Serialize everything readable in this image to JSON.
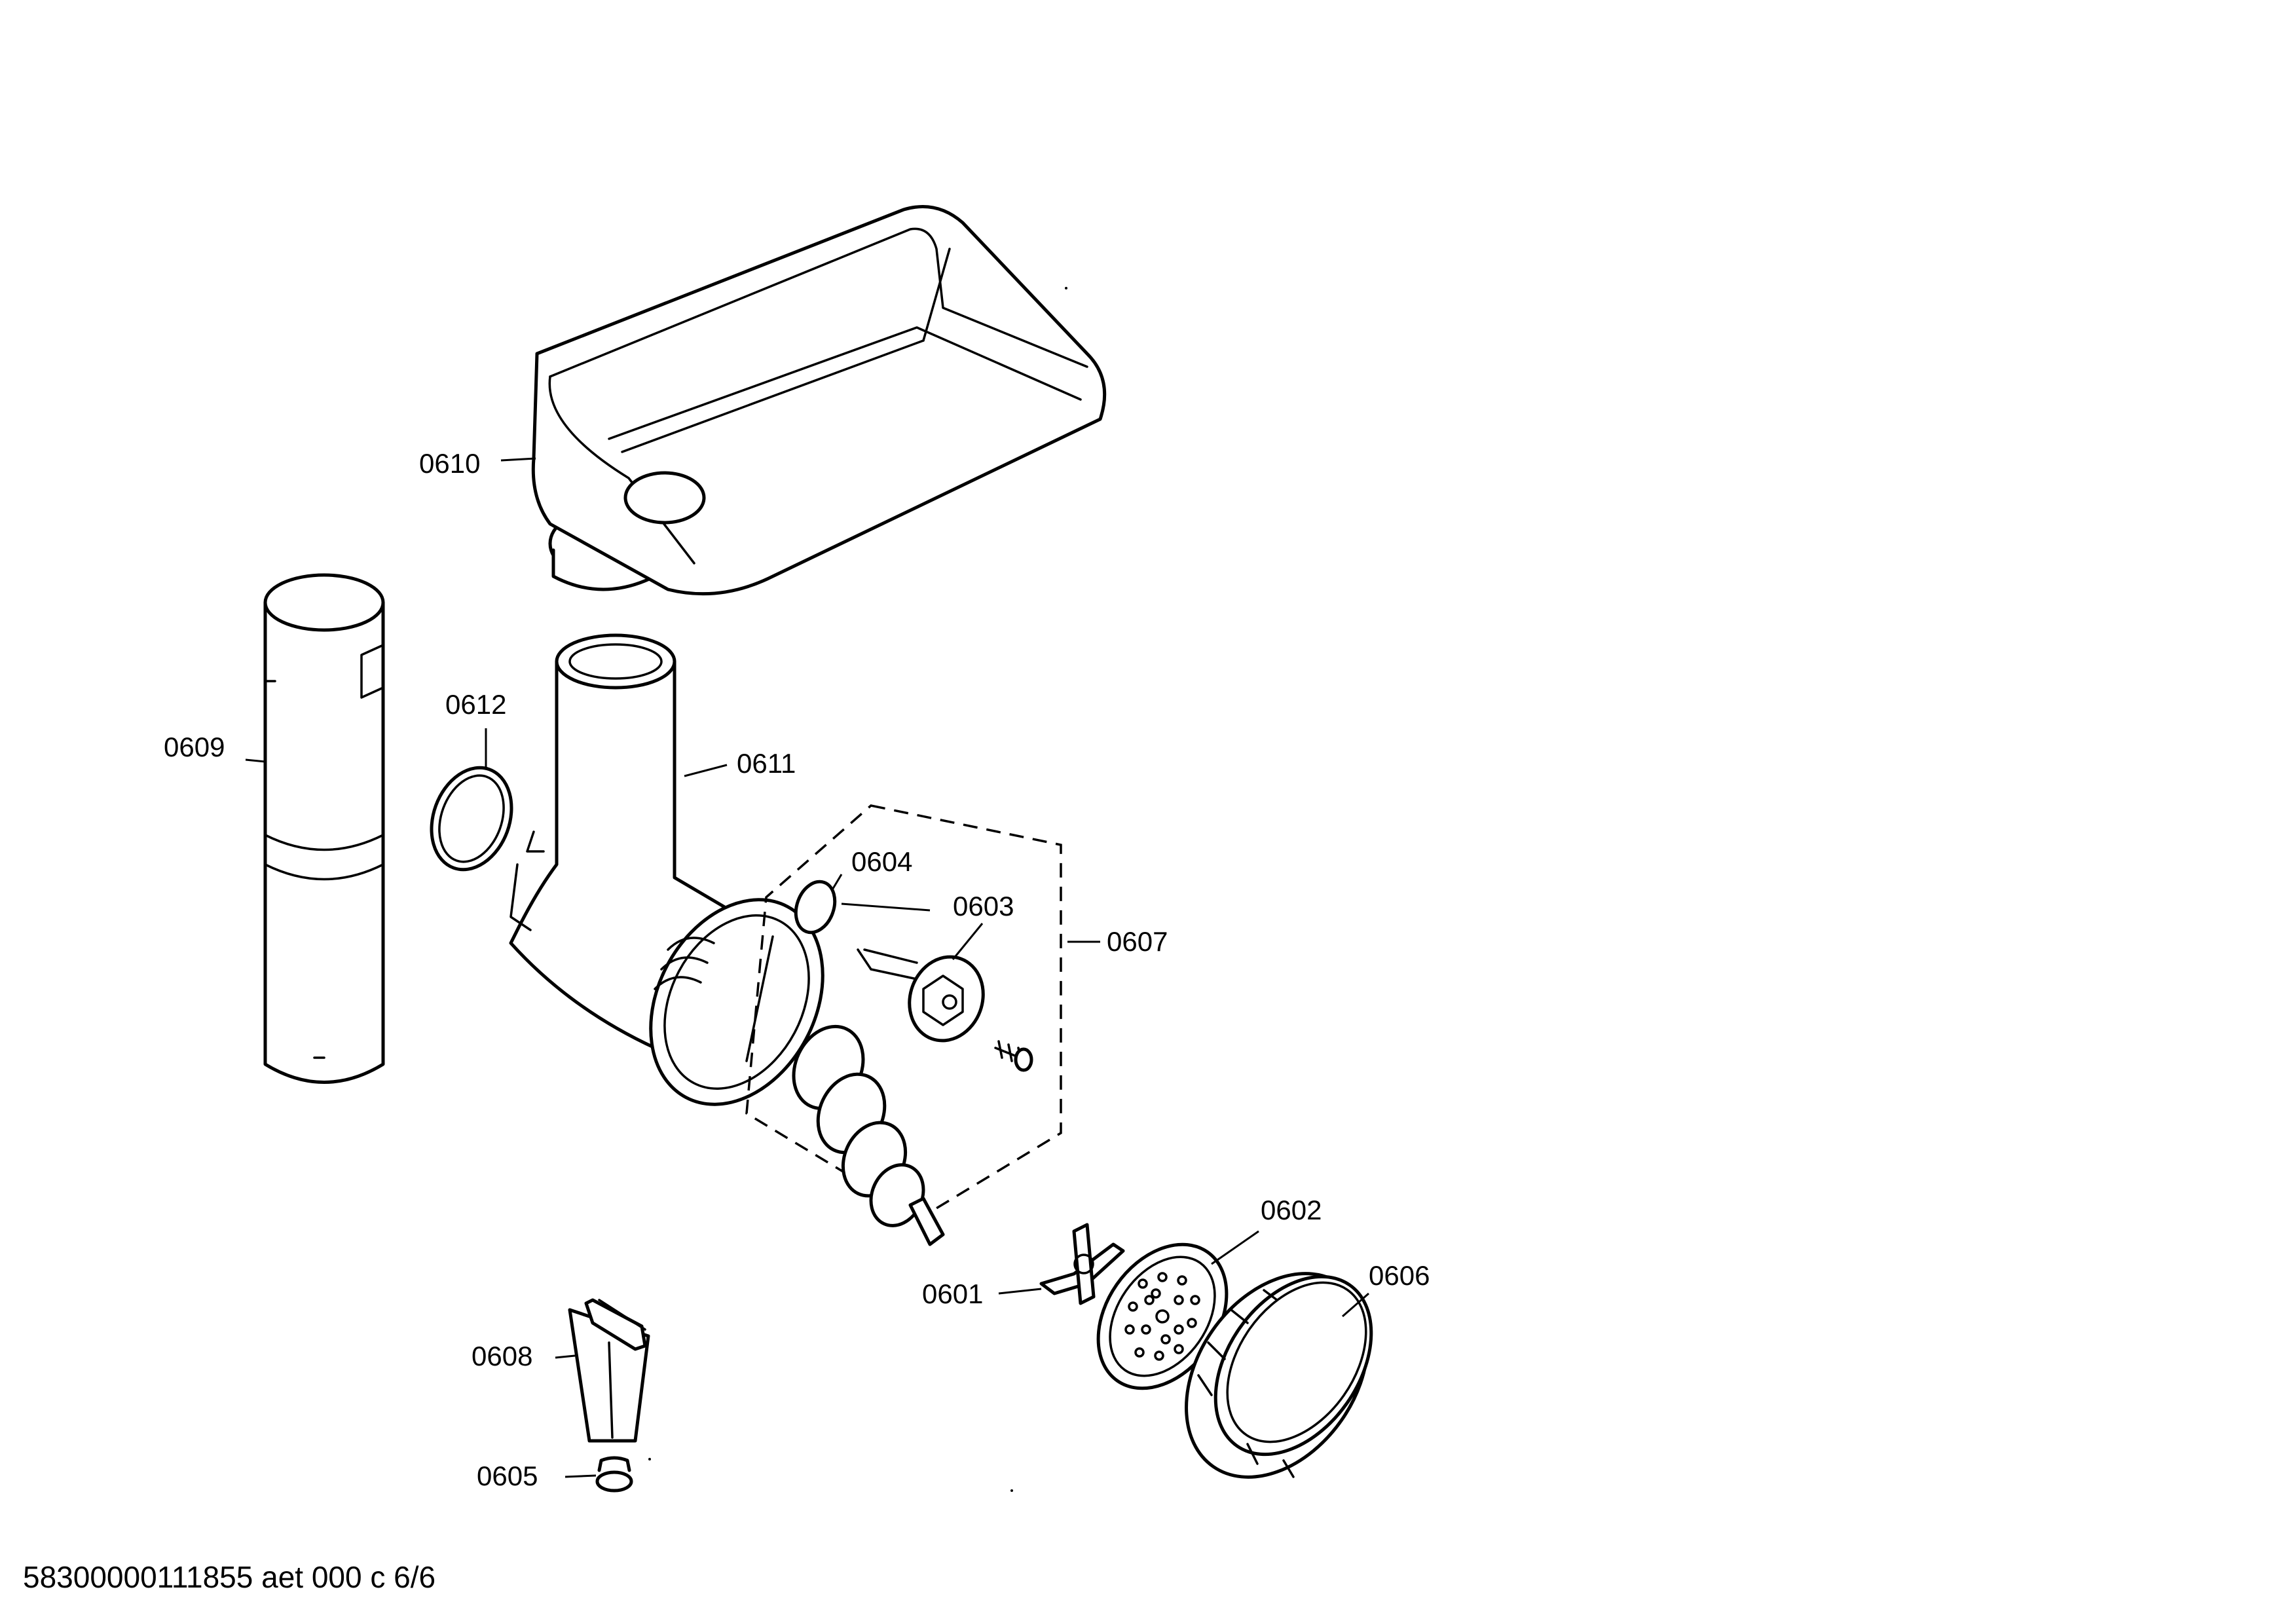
{
  "diagram": {
    "labels": {
      "p0601": "0601",
      "p0602": "0602",
      "p0603": "0603",
      "p0604": "0604",
      "p0605": "0605",
      "p0606": "0606",
      "p0607": "0607",
      "p0608": "0608",
      "p0609": "0609",
      "p0610": "0610",
      "p0611": "0611",
      "p0612": "0612"
    },
    "footer": "58300000111855 aet 000 c 6/6"
  }
}
